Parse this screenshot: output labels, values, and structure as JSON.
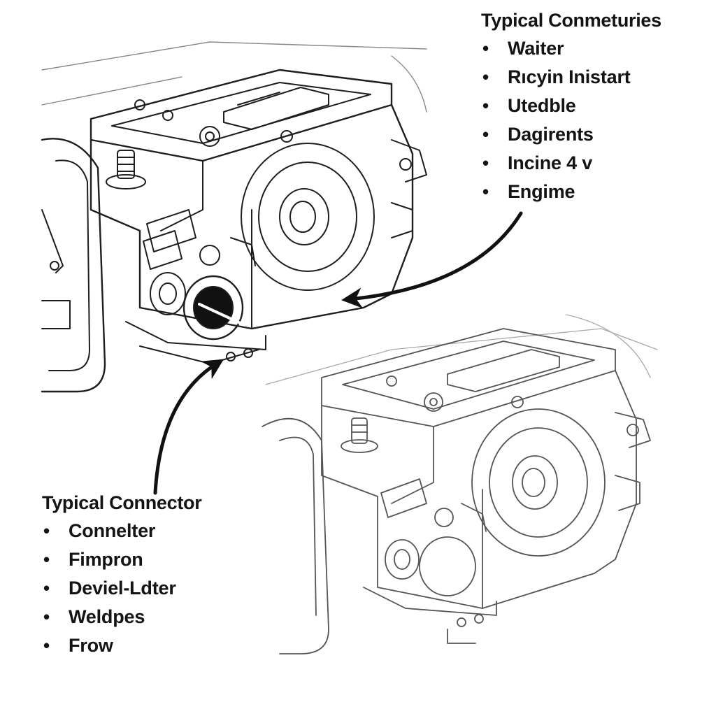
{
  "top_list": {
    "title": "Typical Conmeturies",
    "items": [
      "Waiter",
      "Rıcyin Inistart",
      "Utedble",
      "Dagirents",
      "Incine 4 v",
      "Engime"
    ]
  },
  "bottom_list": {
    "title": "Typical Connector",
    "items": [
      "Connelter",
      "Fimpron",
      "Deviel-Ldter",
      "Weldpes",
      "Frow"
    ]
  },
  "bullet": "•",
  "colors": {
    "ink": "#141414",
    "line": "#1e1e1e",
    "faint_line": "#555555",
    "background": "#ffffff"
  },
  "icons": [
    "engine-illustration",
    "arrow-icon"
  ]
}
